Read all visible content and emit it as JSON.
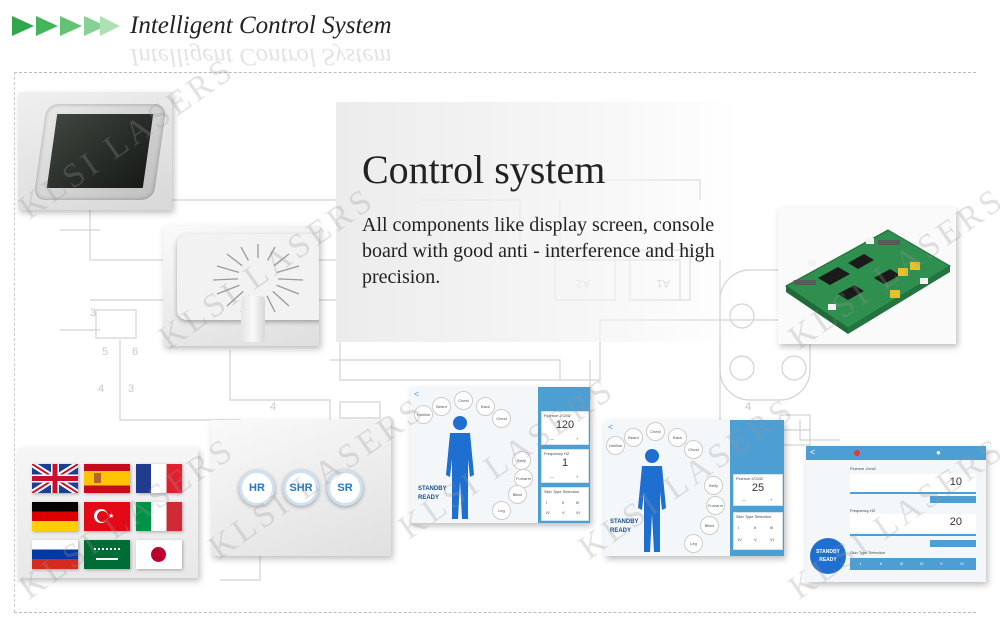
{
  "header": {
    "title": "Intelligent Control System"
  },
  "section": {
    "heading": "Control system",
    "description": "All components like display screen, console board with good anti - interference and high precision."
  },
  "modes": [
    "HR",
    "SHR",
    "SR"
  ],
  "flags": [
    "uk",
    "spain",
    "france",
    "germany",
    "turkey",
    "italy",
    "russia",
    "saudi-arabia",
    "japan"
  ],
  "watermark": "KLSI LASERS",
  "screens": {
    "body_parts": [
      "Beard",
      "Chest",
      "Back",
      "Hairline",
      "Chest",
      "Belly",
      "Forearm",
      "Bikini",
      "Leg"
    ],
    "panel1": {
      "fluence_label": "Fluence J/CM2",
      "fluence": "120",
      "frequency_label": "Frequency HZ",
      "frequency": "1",
      "skin_label": "Skin Type Selection",
      "skin_types": [
        "I",
        "II",
        "III",
        "IV",
        "V",
        "VI"
      ]
    },
    "panel2": {
      "fluence_label": "Fluence J/CM2",
      "fluence": "25",
      "skin_label": "Skin Type Selection",
      "skin_types": [
        "I",
        "II",
        "III",
        "IV",
        "V",
        "VI"
      ]
    },
    "panel3": {
      "fluence_label": "Fluence J/cm2",
      "fluence": "10",
      "frequency_label": "Frequency HZ",
      "frequency": "20",
      "skin_label": "Skin Type Selection",
      "skin_types": [
        "I",
        "II",
        "III",
        "IV",
        "V",
        "VI"
      ]
    },
    "standby": "STANDBY",
    "ready": "READY",
    "minus": "—",
    "plus": "+"
  },
  "colors": {
    "chevron": "#3bb54a",
    "accent_blue": "#4d9fd3",
    "body_blue": "#1f6fd0",
    "pcb_green": "#2f8f4e"
  }
}
